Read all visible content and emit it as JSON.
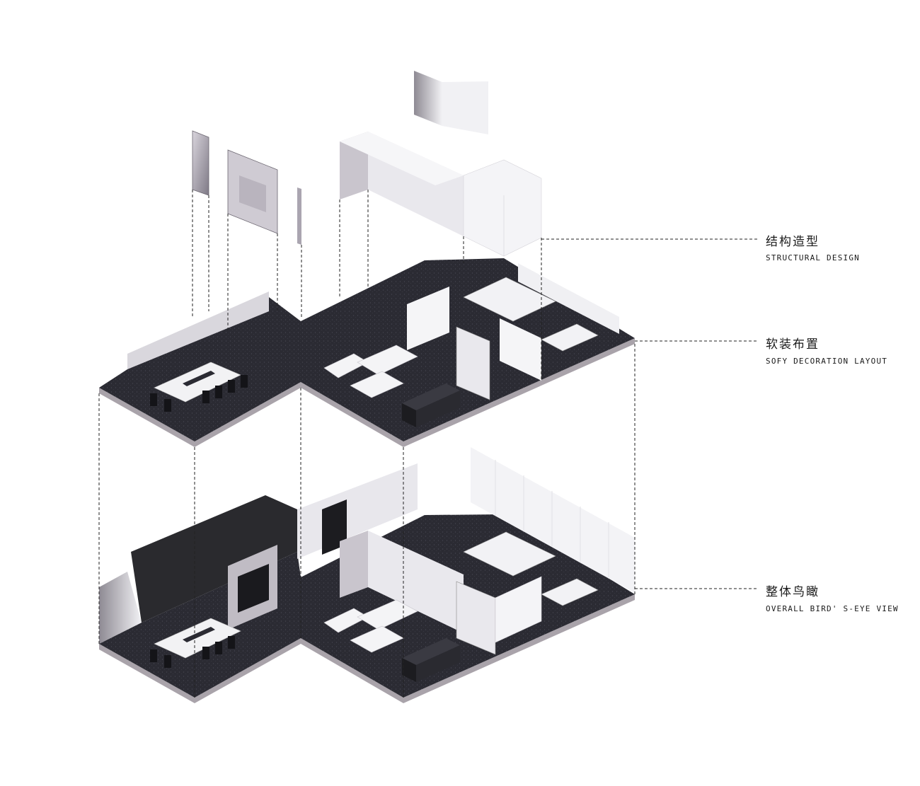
{
  "labels": {
    "structural": {
      "zh": "结构造型",
      "en": "STRUCTURAL DESIGN"
    },
    "soft": {
      "zh": "软装布置",
      "en": "SOFY DECORATION LAYOUT"
    },
    "overall": {
      "zh": "整体鸟瞰",
      "en": "OVERALL BIRD' S-EYE VIEW"
    }
  },
  "colors": {
    "floor": "#2b2b33",
    "floor_edge": "#a9a3aa",
    "wall_light": "#eeeef2",
    "wall_mid": "#bdb9c2",
    "wall_dark": "#2a2a2e",
    "furniture": "#f4f4f6",
    "leader": "#222222"
  }
}
